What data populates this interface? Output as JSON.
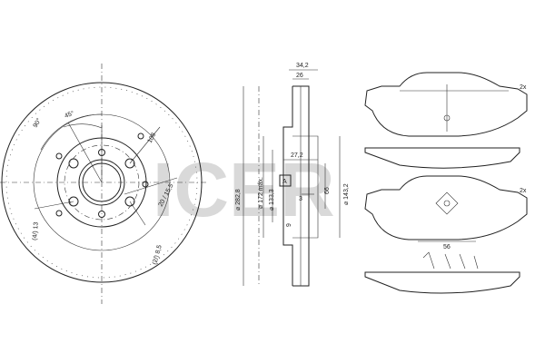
{
  "brand": {
    "watermark": "ICER",
    "watermark_color": "#d9d9d9"
  },
  "disc_front": {
    "angle_90": "90°",
    "angle_45": "45°",
    "pcd": "108",
    "center_bore": "20 / 15,5",
    "hole_1": "(4/) 13",
    "hole_2": "(2/) 8,5"
  },
  "disc_section": {
    "overall_thickness": "34,2",
    "disc_thickness": "26",
    "offset": "27,2",
    "min_thickness": "3",
    "inner_step": "9",
    "hub_label": "A",
    "d_outer": "⌀ 282,8",
    "d_172": "⌀ 172 máx.",
    "d_133": "⌀ 133,3",
    "d_66": "66",
    "d_143": "⌀ 143,2"
  },
  "pads": {
    "qty_top": "2x",
    "qty_bottom": "2x",
    "width": "56"
  }
}
